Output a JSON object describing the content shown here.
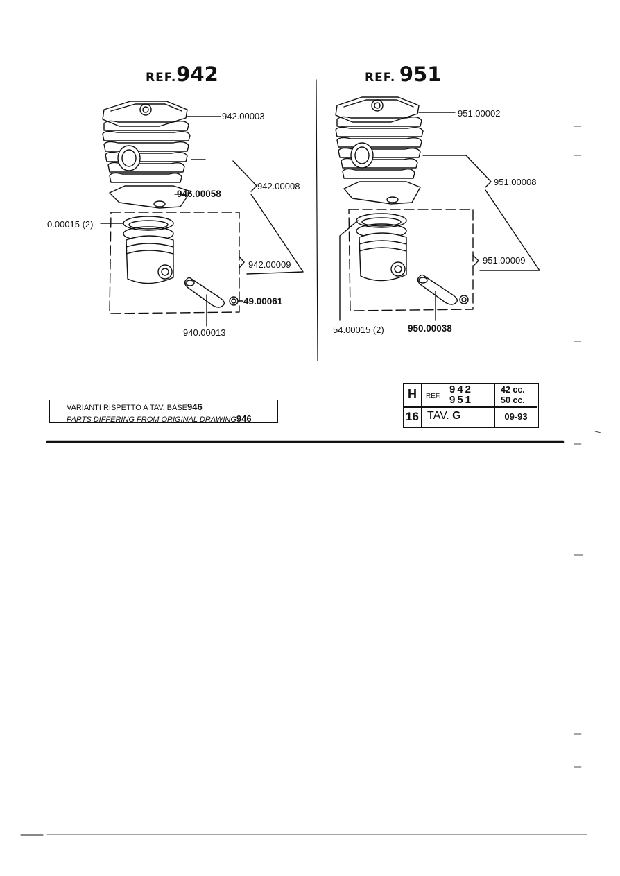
{
  "left": {
    "ref_label": "REF.",
    "ref_number": "942",
    "callouts": {
      "cylinder": "942.00003",
      "cylinder_assembly": "942.00008",
      "gasket": "946.00058",
      "piston_ring": "0.00015 (2)",
      "piston_kit": "942.00009",
      "circlip": "49.00061",
      "pin": "940.00013"
    }
  },
  "right": {
    "ref_label": "REF.",
    "ref_number": "951",
    "callouts": {
      "cylinder": "951.00002",
      "cylinder_assembly": "951.00008",
      "piston_kit": "951.00009",
      "piston_ring": "54.00015 (2)",
      "pin": "950.00038"
    }
  },
  "variant": {
    "line1_text": "VARIANTI RISPETTO A TAV. BASE",
    "line1_num": "946",
    "line2_text": "PARTS DIFFERING FROM ORIGINAL DRAWING",
    "line2_num": "946"
  },
  "title_block": {
    "letter": "H",
    "ref_label": "REF.",
    "ref_top": "942",
    "ref_bottom": "951",
    "cc_top": "42 cc.",
    "cc_bottom": "50 cc.",
    "sheet_no": "16",
    "tav_label": "TAV.",
    "tav_letter": "G",
    "date": "09-93"
  },
  "colors": {
    "ink": "#111111",
    "paper": "#ffffff"
  }
}
